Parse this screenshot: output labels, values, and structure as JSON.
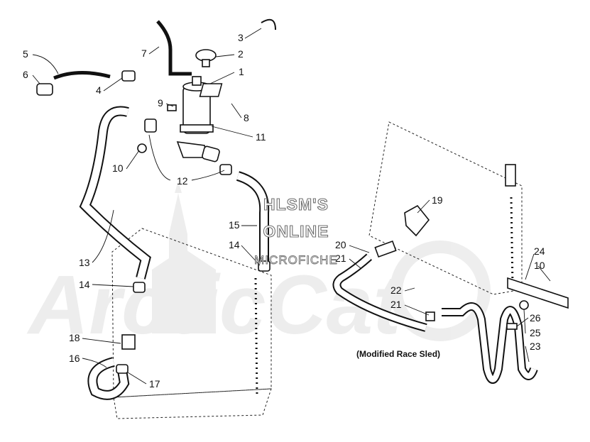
{
  "callouts": {
    "c1": "1",
    "c2": "2",
    "c3": "3",
    "c4": "4",
    "c5": "5",
    "c6": "6",
    "c7": "7",
    "c8": "8",
    "c9": "9",
    "c10a": "10",
    "c11": "11",
    "c12": "12",
    "c13": "13",
    "c14a": "14",
    "c14b": "14",
    "c15": "15",
    "c16": "16",
    "c17": "17",
    "c18": "18",
    "c19": "19",
    "c20": "20",
    "c21a": "21",
    "c21b": "21",
    "c22": "22",
    "c23": "23",
    "c24": "24",
    "c10b": "10",
    "c25": "25",
    "c26": "26"
  },
  "note": "(Modified Race Sled)",
  "watermark": {
    "line1": "HLSM'S",
    "line2": "ONLINE",
    "line3": "MICROFICHE"
  },
  "logo_text": "ArcticCat"
}
